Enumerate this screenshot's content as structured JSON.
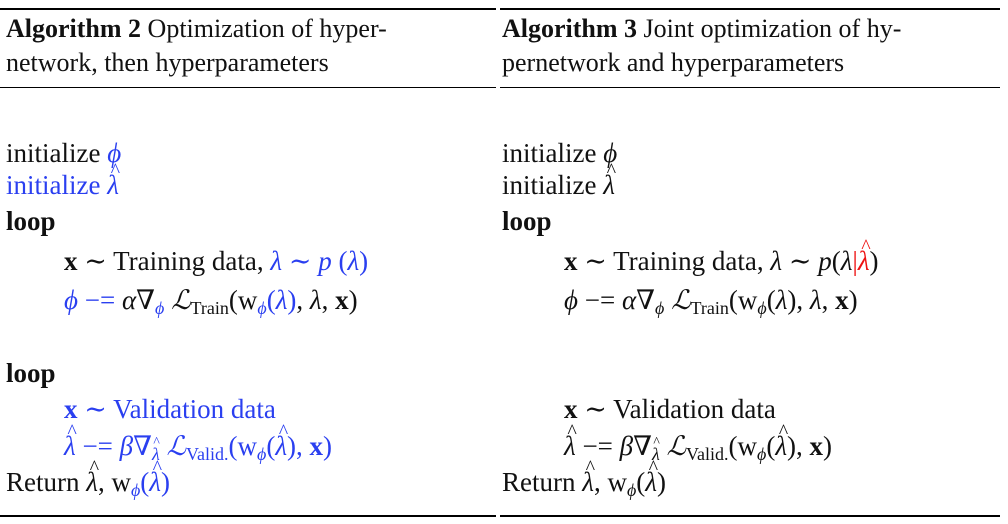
{
  "alg2": {
    "label": "Algorithm 2",
    "title_line1": "Optimization of hyper-",
    "title_line2": "network, then hyperparameters",
    "lines": {
      "init_phi": "initialize",
      "init_lambda": "initialize",
      "loop1": "loop",
      "sample_train_text": "Training data,",
      "loop2": "loop",
      "sample_val_text": "Validation data",
      "return_text": "Return"
    }
  },
  "alg3": {
    "label": "Algorithm 3",
    "title_line1": "Joint optimization of hy-",
    "title_line2": "pernetwork and hyperparameters",
    "lines": {
      "init_phi": "initialize",
      "init_lambda": "initialize",
      "loop1": "loop",
      "sample_train_text": "Training data,",
      "sample_val_text": "Validation data",
      "return_text": "Return"
    }
  },
  "symbols": {
    "phi": "ϕ",
    "lambda": "λ",
    "tilde": "∼",
    "minus_eq": "−=",
    "alpha": "α",
    "beta": "β",
    "nabla": "∇",
    "calL": "ℒ",
    "train_sub": "Train",
    "valid_sub": "Valid.",
    "w": "w",
    "x": "x",
    "p": "p"
  },
  "colors": {
    "highlight_blue": "#2a3ff0",
    "highlight_red": "#ee1111",
    "text": "#111111"
  }
}
